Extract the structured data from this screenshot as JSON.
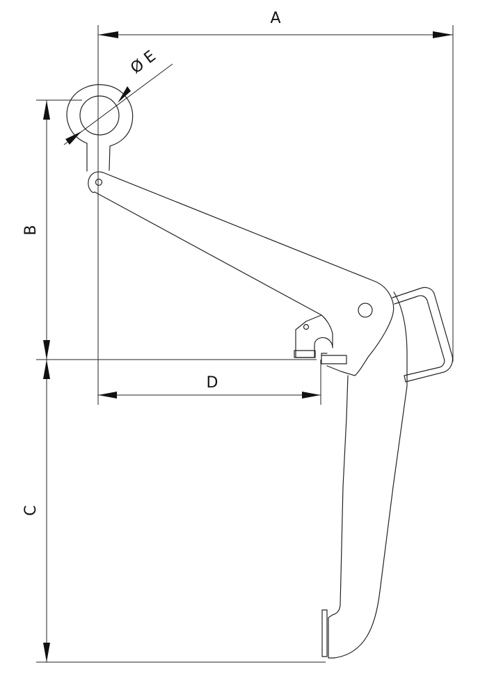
{
  "dimensions": {
    "a": "A",
    "b": "B",
    "c": "C",
    "d": "D",
    "e": "Ø E"
  }
}
